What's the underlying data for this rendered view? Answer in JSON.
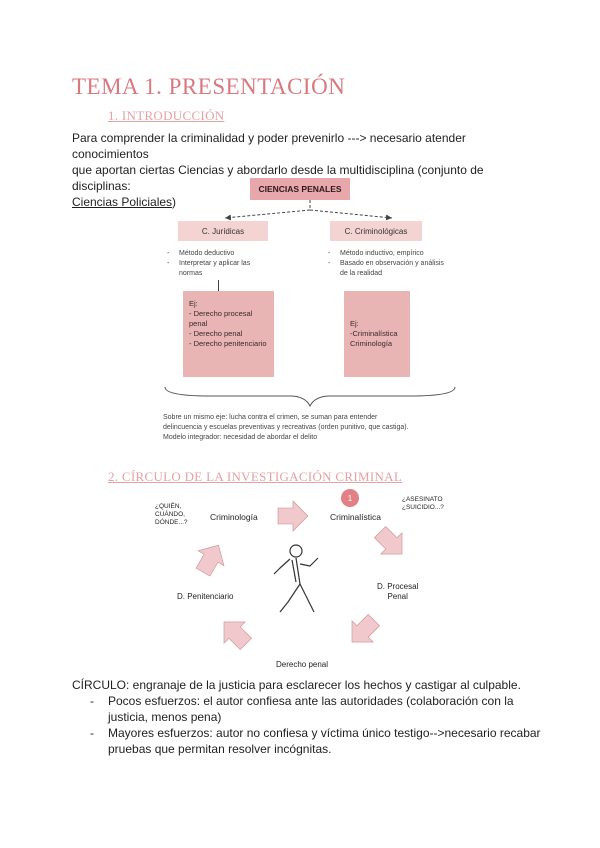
{
  "title": "TEMA 1. PRESENTACIÓN",
  "section1": "1. INTRODUCCIÓN",
  "intro": {
    "line1": "Para comprender la criminalidad y poder prevenirlo ---> necesario atender conocimientos",
    "line2": "que aportan ciertas Ciencias y abordarlo desde la multidisciplina (conjunto de disciplinas:",
    "link": "Ciencias Policiales",
    "end": ")"
  },
  "diagram1": {
    "top": "CIENCIAS PENALES",
    "left": "C. Jurídicas",
    "right": "C. Criminológicas",
    "left_points": [
      "Método deductivo",
      "Interpretar y aplicar las normas"
    ],
    "right_points": [
      "Método inductivo, empírico",
      "Basado en observación y análisis de la realidad"
    ],
    "left_box": [
      "Ej:",
      "- Derecho procesal penal",
      "- Derecho penal",
      "- Derecho penitenciario"
    ],
    "right_box": [
      "Ej:",
      "-Criminalística",
      "Criminología"
    ],
    "note": [
      "Sobre un mismo eje: lucha contra el crimen, se suman para entender",
      "delincuencia y escuelas preventivas y recreativas (orden punitivo, que castiga).",
      "Modelo integrador: necesidad de abordar el delito"
    ]
  },
  "section2": "2. CÍRCULO DE LA INVESTIGACIÓN CRIMINAL",
  "diagram2": {
    "number": "1",
    "criminologia": "Criminología",
    "criminalistica": "Criminalística",
    "quien": [
      "¿QUIÉN,",
      "CUÁNDO,",
      "DÓNDE...?"
    ],
    "asesinato": [
      "¿ASESINATO",
      "¿SUICIDIO...?"
    ],
    "procesal": [
      "D. Procesal",
      "Penal"
    ],
    "penitenciario": "D. Penitenciario",
    "penal": "Derecho penal"
  },
  "circulo": {
    "label": "CÍRCULO:",
    "text": " engranaje de la justicia para esclarecer los hechos y castigar al culpable.",
    "items": [
      "Pocos esfuerzos: el autor confiesa ante las autoridades (colaboración con la justicia, menos pena)",
      "Mayores esfuerzos: autor no confiesa y víctima único testigo-->necesario recabar pruebas que permitan resolver incógnitas."
    ]
  },
  "colors": {
    "title": "#d9787f",
    "pink": "#e8b4b4",
    "light_pink": "#f4d3d3",
    "arrow": "#e9b9bd"
  }
}
